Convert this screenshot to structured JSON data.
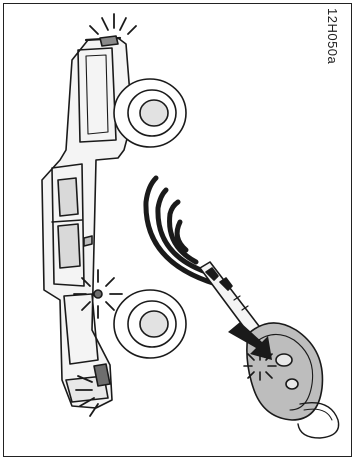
{
  "figure": {
    "code": "12H050a"
  },
  "colors": {
    "line": "#1a1a1a",
    "body_fill": "#f4f4f4",
    "shade": "#bdbdbd",
    "dark_shade": "#8a8a8a",
    "lamp": "#6e6e6e"
  },
  "icons": {
    "vehicle": "pickup-truck-top-view",
    "remote": "keyless-remote-key-fob",
    "signal": "radio-wave-arcs",
    "flash": "light-flash-burst"
  }
}
